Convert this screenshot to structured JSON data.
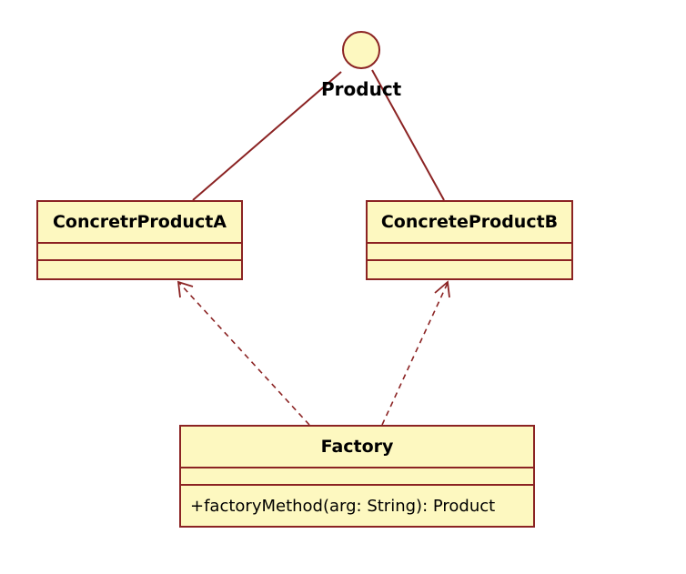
{
  "colors": {
    "class_fill": "#fdf8c0",
    "class_border": "#8b2323",
    "line": "#8b2323"
  },
  "interface": {
    "name": "Product"
  },
  "classes": {
    "product_a": {
      "name": "ConcretrProductA"
    },
    "product_b": {
      "name": "ConcreteProductB"
    },
    "factory": {
      "name": "Factory",
      "operation": "+factoryMethod(arg: String): Product"
    }
  },
  "relations": [
    {
      "from": "ConcretrProductA",
      "to": "Product",
      "kind": "realization (lollipop)"
    },
    {
      "from": "ConcreteProductB",
      "to": "Product",
      "kind": "realization (lollipop)"
    },
    {
      "from": "Factory",
      "to": "ConcretrProductA",
      "kind": "dependency"
    },
    {
      "from": "Factory",
      "to": "ConcreteProductB",
      "kind": "dependency"
    }
  ]
}
